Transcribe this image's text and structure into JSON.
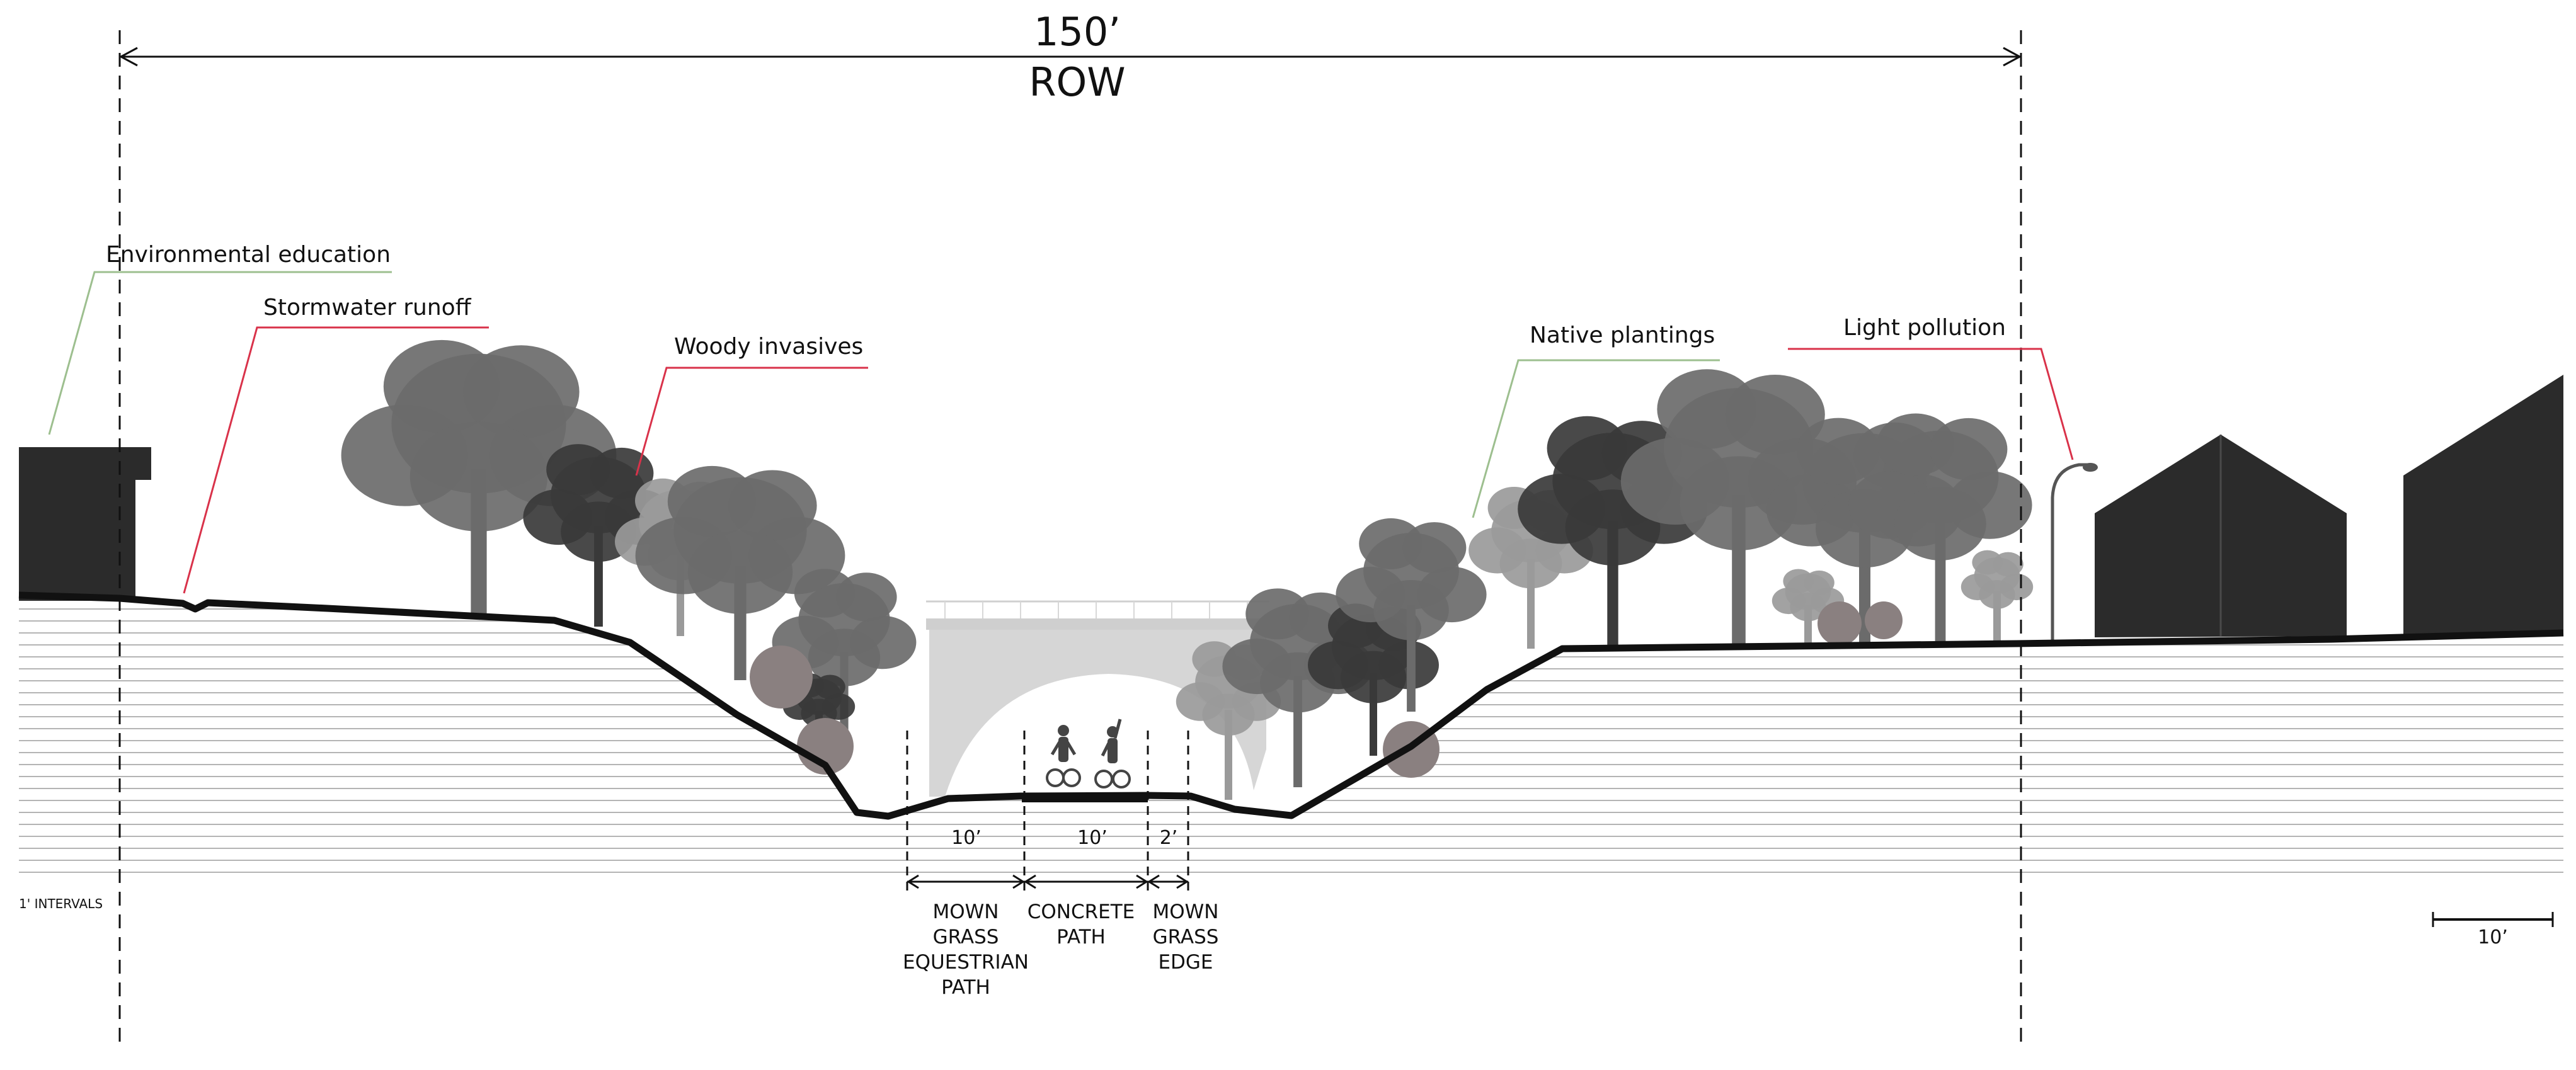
{
  "row": {
    "width_label": "150’",
    "label": "ROW"
  },
  "callouts": [
    {
      "id": "environmental-education",
      "text": "Environmental education",
      "color": "#9dbf8f"
    },
    {
      "id": "stormwater-runoff",
      "text": "Stormwater runoff",
      "color": "#d9324a"
    },
    {
      "id": "woody-invasives",
      "text": "Woody invasives",
      "color": "#d9324a"
    },
    {
      "id": "native-plantings",
      "text": "Native plantings",
      "color": "#9dbf8f"
    },
    {
      "id": "light-pollution",
      "text": "Light pollution",
      "color": "#d9324a"
    }
  ],
  "path_segments": [
    {
      "id": "equestrian",
      "width_label": "10’",
      "caption": [
        "MOWN",
        "GRASS",
        "EQUESTRIAN",
        "PATH"
      ]
    },
    {
      "id": "concrete",
      "width_label": "10’",
      "caption": [
        "CONCRETE",
        "PATH"
      ]
    },
    {
      "id": "grass-edge",
      "width_label": "2’",
      "caption": [
        "MOWN",
        "GRASS",
        "EDGE"
      ]
    }
  ],
  "interval_note": "1' INTERVALS",
  "scale_bar": {
    "label": "10’"
  },
  "colors": {
    "ink": "#111111",
    "building": "#2b2b2b",
    "underpass": "#d6d6d6",
    "tree_dark": "#3a3a3a",
    "tree_mid": "#6b6b6b",
    "tree_light": "#9a9a9a",
    "stripe": "#b4b4b4"
  }
}
